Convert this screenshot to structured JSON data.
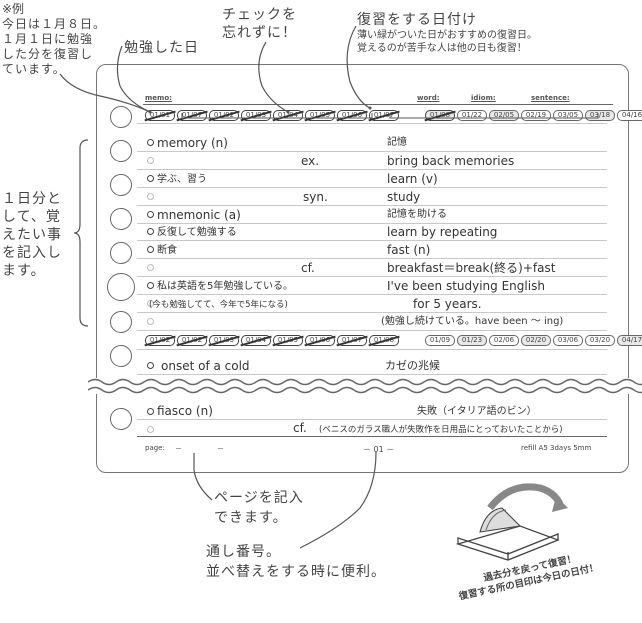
{
  "notes": {
    "example_lines": [
      "※例",
      "今日は１月８日。",
      "１月１日に勉強",
      "した分を復習し",
      "ています。"
    ],
    "studied_day": "勉強した日",
    "check_lines": [
      "チェックを",
      "忘れずに！"
    ],
    "review_title": "復習をする日付け",
    "review_lines": [
      "薄い緑がついた日がおすすめの復習日。",
      "覚えるのが苦手な人は他の日も復習！"
    ],
    "daily_lines": [
      "１日分と",
      "して、覚",
      "えたい事",
      "を記入し",
      "ます。"
    ],
    "page_lines": [
      "ページを記入",
      "できます。"
    ],
    "serial_lines": [
      "通し番号。",
      "並べ替えをする時に便利。"
    ],
    "back_lines": [
      "過去分を戻って復習！",
      "復習する所の目印は今日の日付！"
    ]
  },
  "sheet": {
    "header": {
      "memo": "memo:",
      "word": "word:",
      "idiom": "idiom:",
      "sentence": "sentence:"
    },
    "dates_top": [
      "01/01",
      "01/07",
      "01/02",
      "01/03",
      "01/04",
      "01/05",
      "01/06",
      "01/07",
      "01/08",
      "01/22",
      "02/05",
      "02/19",
      "03/05",
      "03/18",
      "04/16"
    ],
    "dates_mid": [
      "01/02",
      "01/02",
      "01/03",
      "01/04",
      "01/05",
      "01/06",
      "01/07",
      "01/08",
      "01/09",
      "01/23",
      "02/06",
      "02/20",
      "03/06",
      "03/20",
      "04/17"
    ],
    "entries": [
      {
        "left": "memory (n)",
        "mid": "",
        "right": "記憶"
      },
      {
        "left": "",
        "mid": "ex.",
        "right": "bring back memories"
      },
      {
        "left": "学ぶ、習う",
        "mid": "",
        "right": "learn (v)"
      },
      {
        "left": "",
        "mid": "syn.",
        "right": "study"
      },
      {
        "left": "mnemonic (a)",
        "mid": "",
        "right": "記憶を助ける"
      },
      {
        "left": "反復して勉強する",
        "mid": "",
        "right": "learn by repeating"
      },
      {
        "left": "断食",
        "mid": "",
        "right": "fast (n)"
      },
      {
        "left": "",
        "mid": "cf.",
        "right": "breakfast＝break(終る)+fast"
      },
      {
        "left": "私は英語を5年勉強している。",
        "mid": "",
        "right": "I've been studying English"
      },
      {
        "left": "(今も勉強してて、今年で5年になる)",
        "mid": "",
        "right": "for 5 years."
      },
      {
        "left": "",
        "mid": "",
        "right": "(勉強し続けている。have been ～ ing)"
      }
    ],
    "cold_left": "onset of a cold",
    "cold_right": "カゼの兆候",
    "fiasco_left": "fiasco (n)",
    "fiasco_right": "失敗（イタリア語のビン）",
    "fiasco_mid": "cf.",
    "fiasco_note": "(ベニスのガラス職人が失敗作を日用品にとっておいたことから)",
    "footer": {
      "page": "page:",
      "dash1": "－",
      "dash2": "－",
      "serial": "－ 01 －",
      "refill": "refill A5 3days 5mm"
    }
  }
}
